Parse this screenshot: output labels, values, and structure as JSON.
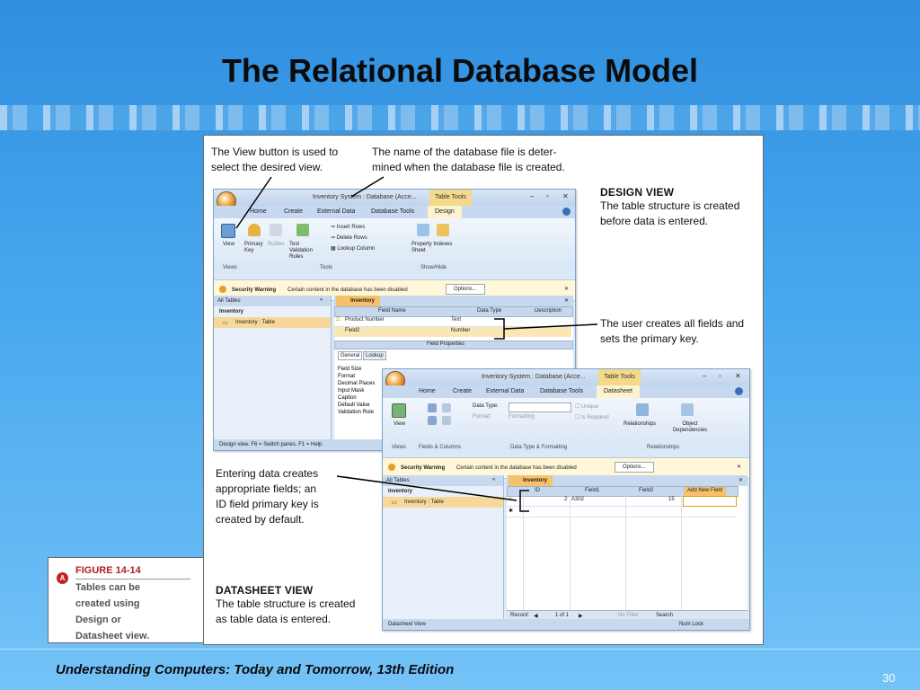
{
  "slide": {
    "title": "The Relational Database Model",
    "footer": "Understanding Computers: Today and Tomorrow, 13th Edition",
    "page_number": "30"
  },
  "figure": {
    "caption_label": "FIGURE 14-14",
    "caption_lines": [
      "Tables can be",
      "created using",
      "Design or",
      "Datasheet view."
    ],
    "callouts": {
      "view_button": [
        "The View button is used to",
        "select the desired view."
      ],
      "filename": [
        "The name of the database file is deter-",
        "mined when the database file is created."
      ],
      "design_heading": "DESIGN VIEW",
      "design_text": [
        "The table structure is created",
        "before data is entered."
      ],
      "fields_text": [
        "The user creates all fields and",
        "sets the primary key."
      ],
      "entering_text": [
        "Entering data creates",
        "appropriate fields; an",
        "ID field primary key is",
        "created by default."
      ],
      "datasheet_heading": "DATASHEET VIEW",
      "datasheet_text": [
        "The table structure is created",
        "as table data is entered."
      ]
    },
    "design_window": {
      "title": "Inventory System : Database (Acce...",
      "context_tab": "Table Tools",
      "tabs": [
        "Home",
        "Create",
        "External Data",
        "Database Tools",
        "Design"
      ],
      "buttons": [
        "View",
        "Primary Key",
        "Builder",
        "Test Validation Rules",
        "Insert Rows",
        "Delete Rows",
        "Lookup Column",
        "Property Indexes Sheet"
      ],
      "groups": [
        "Views",
        "Tools",
        "Show/Hide"
      ],
      "security_label": "Security Warning",
      "security_text": "Certain content in the database has been disabled",
      "options_button": "Options...",
      "nav_header": "All Tables",
      "nav_group": "Inventory",
      "nav_item": "Inventory : Table",
      "table_tab": "Inventory",
      "col_field_name": "Field Name",
      "col_data_type": "Data Type",
      "col_description": "Description",
      "rows": [
        {
          "name": "Product Number",
          "type": "Text"
        },
        {
          "name": "Field2",
          "type": "Number"
        }
      ],
      "field_properties": "Field Properties",
      "prop_tabs": [
        "General",
        "Lookup"
      ],
      "props": [
        "Field Size",
        "Format",
        "Decimal Places",
        "Input Mask",
        "Caption",
        "Default Value",
        "Validation Rule"
      ],
      "status": "Design view. F6 = Switch panes. F1 = Help."
    },
    "datasheet_window": {
      "title": "Inventory System : Database (Acce...",
      "context_tab": "Table Tools",
      "tabs": [
        "Home",
        "Create",
        "External Data",
        "Database Tools",
        "Datasheet"
      ],
      "ribbon_labels": [
        "View",
        "Data Type:",
        "Format:",
        "Formatting",
        "Unique",
        "Is Required",
        "Relationships",
        "Object Dependencies"
      ],
      "groups": [
        "Views",
        "Fields & Columns",
        "Data Type & Formatting",
        "Relationships"
      ],
      "security_label": "Security Warning",
      "security_text": "Certain content in the database has been disabled",
      "options_button": "Options...",
      "nav_header": "All Tables",
      "nav_group": "Inventory",
      "nav_item": "Inventory : Table",
      "table_tab": "Inventory",
      "columns": [
        "ID",
        "Field1",
        "Field2",
        "Add New Field"
      ],
      "row": {
        "id": "2",
        "field1": "A302",
        "field2": "15"
      },
      "record_label": "Record:",
      "record_pos": "1 of 1",
      "no_filter": "No Filter",
      "search": "Search",
      "status": "Datasheet View",
      "numlock": "Num Lock"
    }
  },
  "colors": {
    "background_top": "#2f8fe0",
    "background_bottom": "#74c3f7",
    "caption_red": "#b02020",
    "ribbon_blue": "#c6d9ef",
    "highlight_orange": "#f5c26b"
  }
}
